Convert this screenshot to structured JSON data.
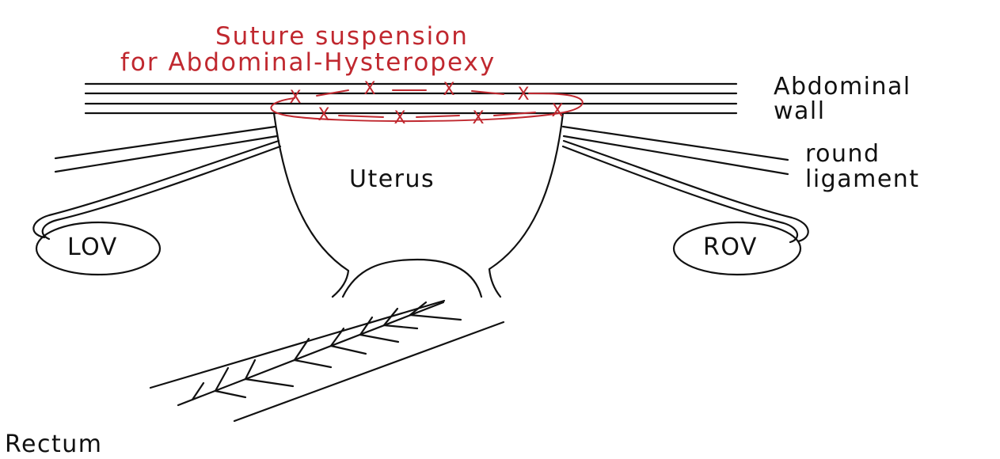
{
  "title": {
    "line1": "Suture suspension",
    "line2": "for Abdominal-Hysteropexy"
  },
  "labels": {
    "abdominal_wall_line1": "Abdominal",
    "abdominal_wall_line2": "wall",
    "round_ligament_line1": "round",
    "round_ligament_line2": "ligament",
    "uterus": "Uterus",
    "left_ovary": "LOV",
    "right_ovary": "ROV",
    "rectum": "Rectum"
  },
  "suture_mark": "X",
  "colors": {
    "suture": "#c0282f",
    "line": "#111111",
    "background": "#ffffff"
  }
}
